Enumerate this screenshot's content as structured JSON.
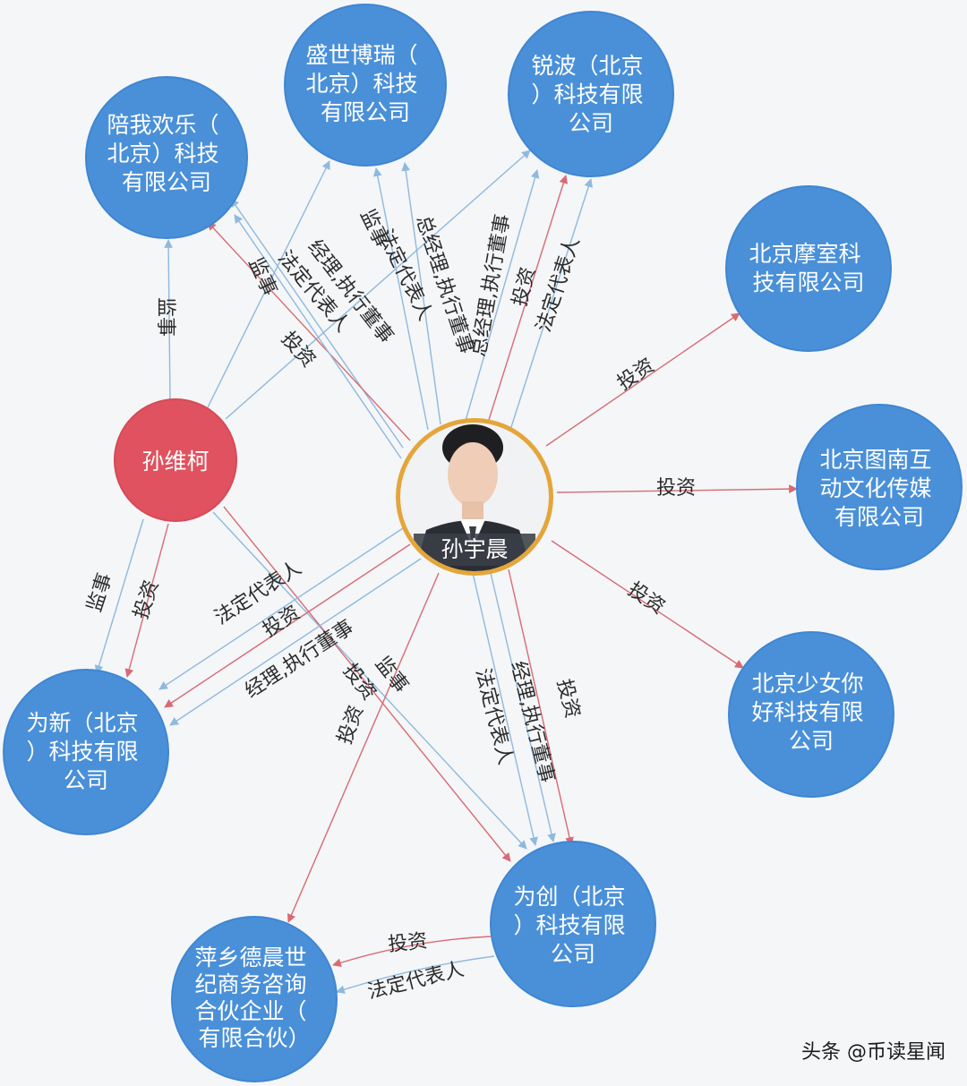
{
  "colors": {
    "company": "#4a90d9",
    "company_stroke": "#3f86d2",
    "person_red": "#e0525f",
    "center_ring": "#e4a53a",
    "edge_blue": "#8fb9dd",
    "edge_red": "#d96a74",
    "name_tag_bg": "#3a3f47"
  },
  "people": {
    "sun_yuchen": {
      "name": "孙宇晨"
    },
    "sun_weike": {
      "name": "孙维柯"
    }
  },
  "companies": {
    "peiwo": [
      "陪我欢乐（",
      "北京）科技",
      "有限公司"
    ],
    "shengshi": [
      "盛世博瑞（",
      "北京）科技",
      "有限公司"
    ],
    "ruibo": [
      "锐波（北京",
      "）科技有限",
      "公司"
    ],
    "moshi": [
      "北京摩室科",
      "技有限公司"
    ],
    "tunan": [
      "北京图南互",
      "动文化传媒",
      "有限公司"
    ],
    "shaonv": [
      "北京少女你",
      "好科技有限",
      "公司"
    ],
    "weixin": [
      "为新（北京",
      "）科技有限",
      "公司"
    ],
    "weichuang": [
      "为创（北京",
      "）科技有限",
      "公司"
    ],
    "pingxiang": [
      "萍乡德晨世",
      "纪商务咨询",
      "合伙企业（",
      "有限合伙）"
    ]
  },
  "edge_labels": {
    "e1": "监事",
    "e2": "监事",
    "e3": "经理,执行董事",
    "e4": "法定代表人",
    "e5": "投资",
    "e6": "监事",
    "e7": "法定代表人",
    "e8": "总经理,执行董事",
    "e9": "总经理,执行董事",
    "e10": "投资",
    "e11": "法定代表人",
    "e12": "投资",
    "e13": "投资",
    "e14": "投资",
    "e15": "监事",
    "e16": "投资",
    "e17": "法定代表人",
    "e18": "投资",
    "e19": "经理,执行董事",
    "e20": "投资",
    "e21": "投资",
    "e22": "监事",
    "e23": "法定代表人",
    "e24": "经理,执行董事",
    "e25": "投资",
    "e26": "投资",
    "e27": "法定代表人"
  },
  "watermark": "头条 @币读星闻"
}
